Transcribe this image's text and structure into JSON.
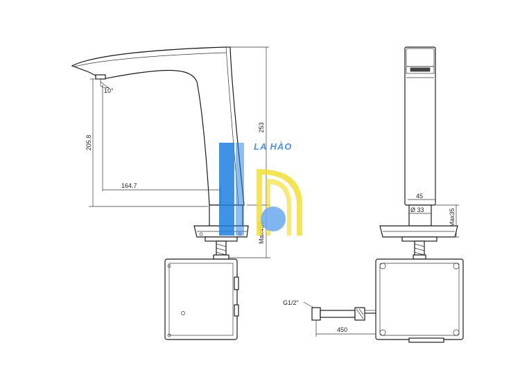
{
  "dimensions": {
    "angle": "10°",
    "height_spout": "205.8",
    "reach": "164.7",
    "total_height": "253",
    "max_hose": "Max450",
    "base_width": "45",
    "diameter": "Ø 33",
    "max_thickness": "Max35",
    "thread": "G1/2\"",
    "cable_length": "450"
  },
  "watermark": {
    "brand_text": "LA HÀO",
    "colors": {
      "blue": "#1f7fe0",
      "yellow": "#f2df3a",
      "circle": "#6aa9ee"
    }
  }
}
